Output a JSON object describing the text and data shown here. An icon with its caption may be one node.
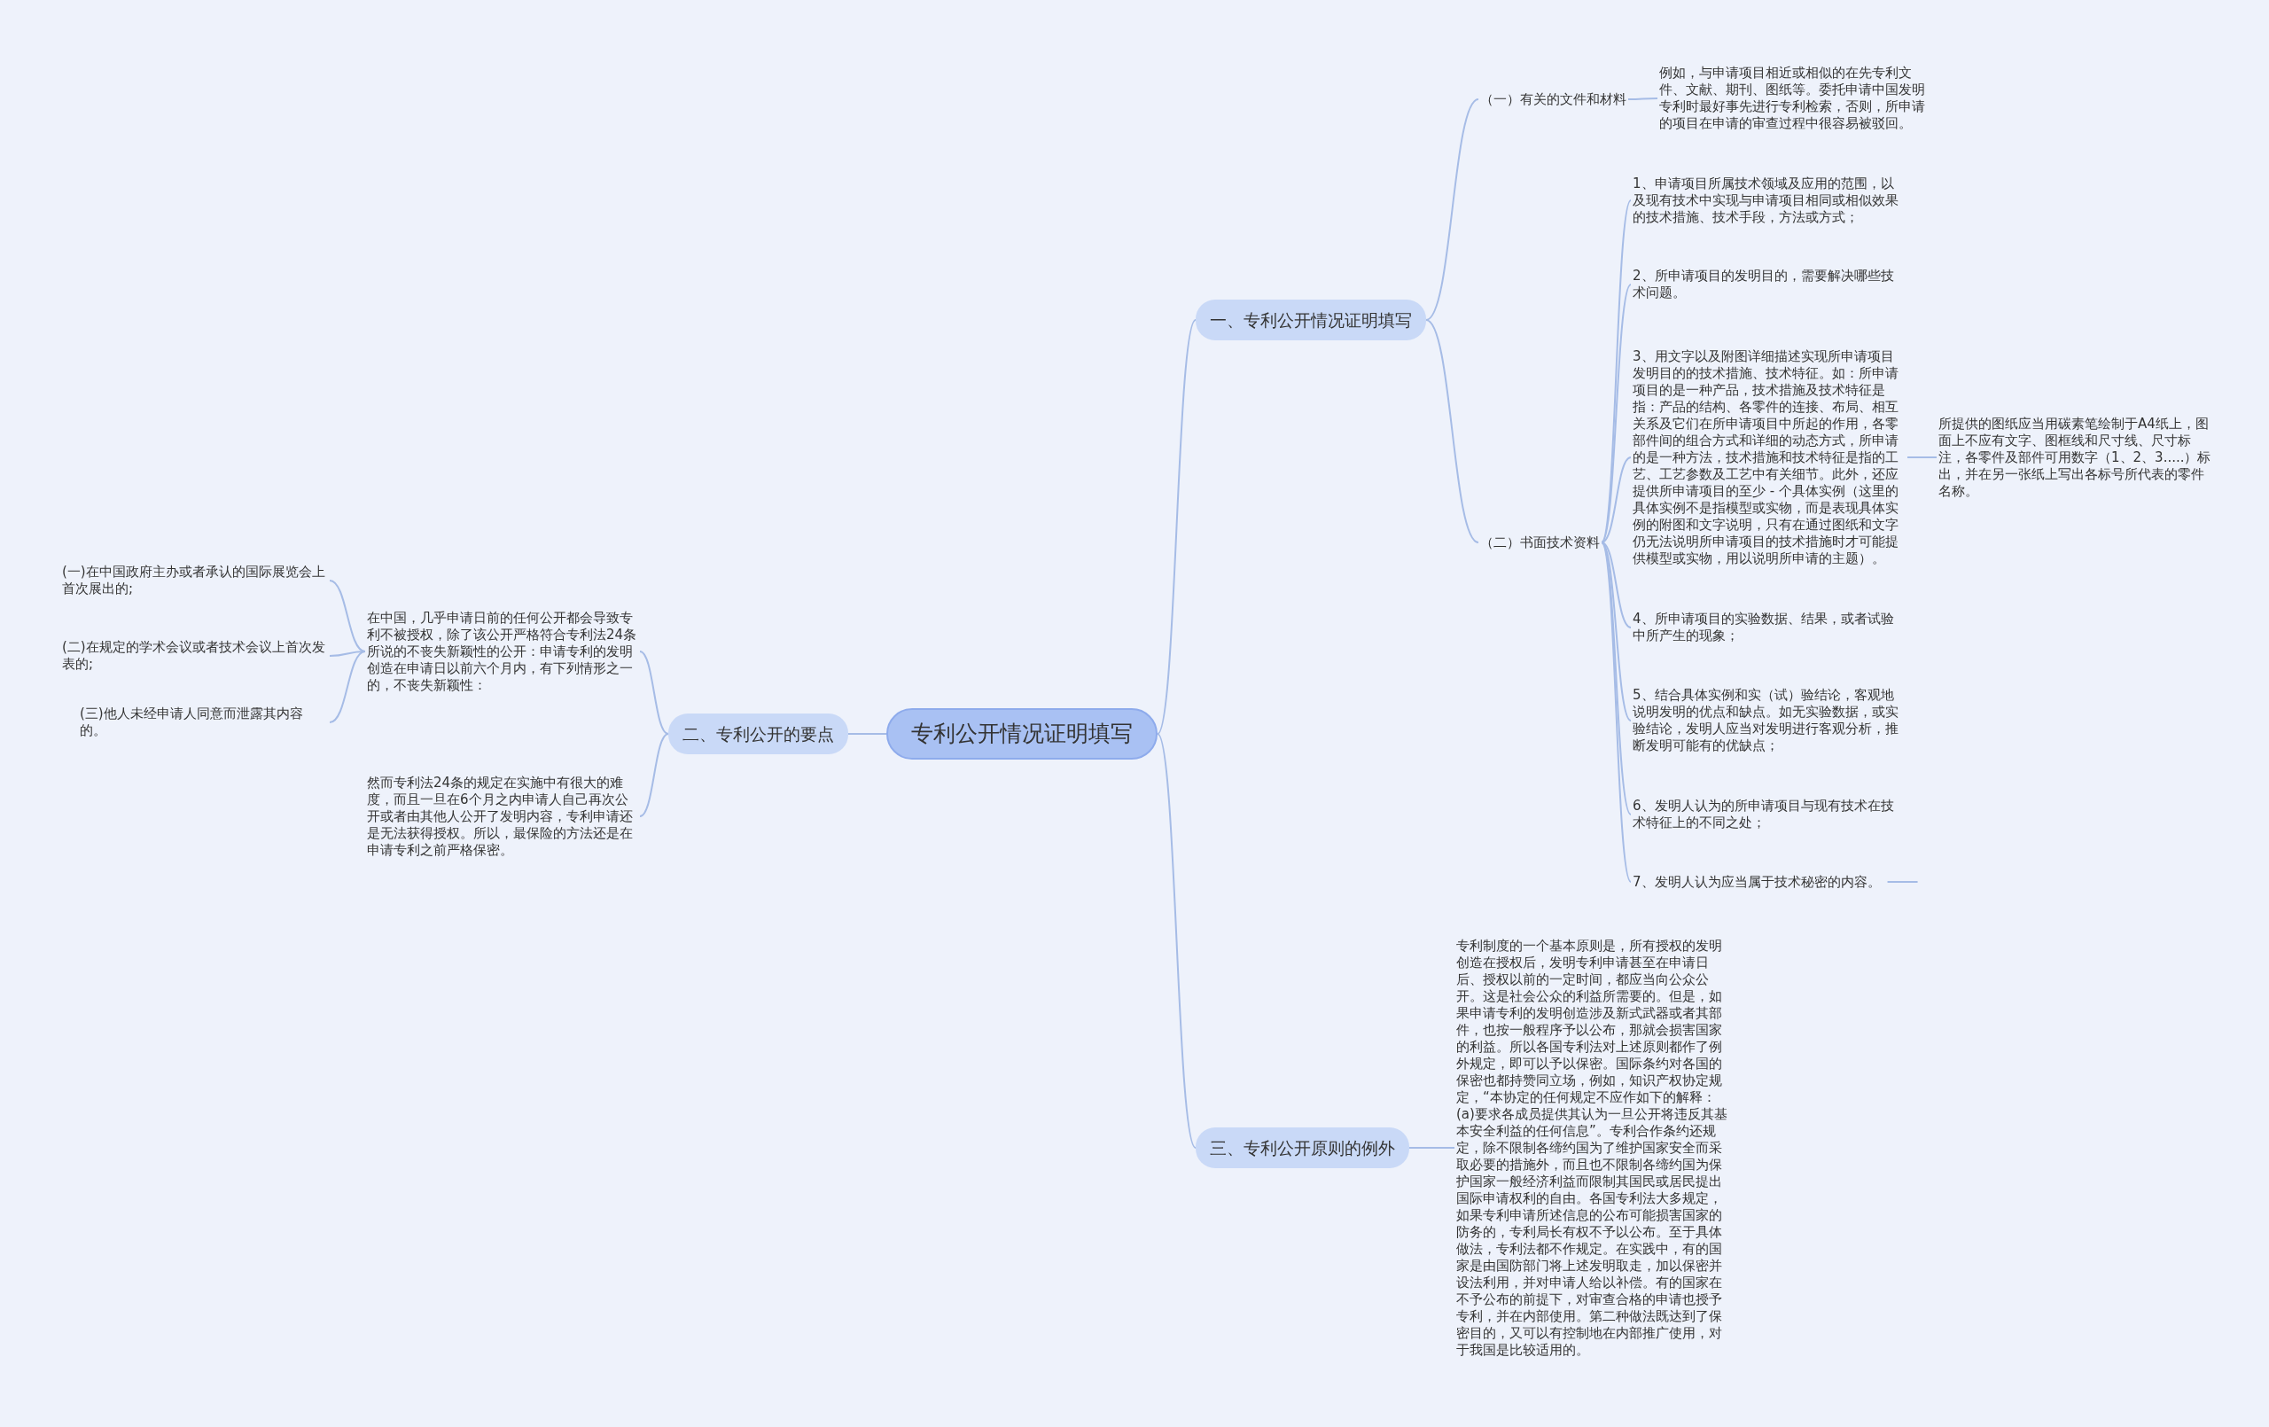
{
  "diagram": {
    "nodes": [
      {
        "text": [
          "专利公开情况证明填写"
        ]
      },
      {
        "text": [
          "一、专利公开情况证明填写"
        ]
      },
      {
        "text": [
          "（一）有关的文件和材料"
        ]
      },
      {
        "text": [
          "例如，与申请项目相近或相似的在先专利文件、文献、期刊、图纸等。委托申请中国发明专利时最好事先进行专利检索，否则，所申请的项目在申请的审查过程中很容易被驳回。"
        ]
      },
      {
        "text": [
          "（二）书面技术资料"
        ]
      },
      {
        "text": [
          "1、申请项目所属技术领域及应用的范围，以及现有技术中实现与申请项目相同或相似效果的技术措施、技术手段，方法或方式；"
        ]
      },
      {
        "text": [
          "2、所申请项目的发明目的，需要解决哪些技术问题。"
        ]
      },
      {
        "text": [
          "3、用文字以及附图详细描述实现所申请项目发明目的的技术措施、技术特征。如：所申请项目的是一种产品，技术措施及技术特征是指：产品的结构、各零件的连接、布局、相互关系及它们在所申请项目中所起的作用，各零部件间的组合方式和详细的动态方式，所申请的是一种方法，技术措施和技术特征是指的工艺、工艺参数及工艺中有关细节。此外，还应提供所申请项目的至少 - 个具体实例（这里的具体实例不是指模型或实物，而是表现具体实例的附图和文字说明，只有在通过图纸和文字仍无法说明所申请项目的技术措施时才可能提供模型或实物，用以说明所申请的主题）。"
        ]
      },
      {
        "text": [
          "所提供的图纸应当用碳素笔绘制于A4纸上，图面上不应有文字、图框线和尺寸线、尺寸标注，各零件及部件可用数字（1、2、3.....）标出，并在另一张纸上写出各标号所代表的零件名称。"
        ]
      },
      {
        "text": [
          "4、所申请项目的实验数据、结果，或者试验中所产生的现象；"
        ]
      },
      {
        "text": [
          "5、结合具体实例和实（试）验结论，客观地说明发明的优点和缺点。如无实验数据，或实验结论，发明人应当对发明进行客观分析，推断发明可能有的优缺点；"
        ]
      },
      {
        "text": [
          "6、发明人认为的所申请项目与现有技术在技术特征上的不同之处；"
        ]
      },
      {
        "text": [
          "7、发明人认为应当属于技术秘密的内容。"
        ]
      },
      {
        "text": [
          "二、专利公开的要点"
        ]
      },
      {
        "text": [
          "在中国，几乎申请日前的任何公开都会导致专利不被授权，除了该公开严格符合专利法24条所说的不丧失新颖性的公开：申请专利的发明创造在申请日以前六个月内，有下列情形之一的，不丧失新颖性："
        ]
      },
      {
        "text": [
          "然而专利法24条的规定在实施中有很大的难度，而且一旦在6个月之内申请人自己再次公开或者由其他人公开了发明内容，专利申请还是无法获得授权。所以，最保险的方法还是在申请专利之前严格保密。"
        ]
      },
      {
        "text": [
          "(一)在中国政府主办或者承认的国际展览会上首次展出的;"
        ]
      },
      {
        "text": [
          "(二)在规定的学术会议或者技术会议上首次发表的;"
        ]
      },
      {
        "text": [
          "(三)他人未经申请人同意而泄露其内容的。"
        ]
      },
      {
        "text": [
          "三、专利公开原则的例外"
        ]
      },
      {
        "text": [
          "专利制度的一个基本原则是，所有授权的发明创造在授权后，发明专利申请甚至在申请日后、授权以前的一定时间，都应当向公众公开。这是社会公众的利益所需要的。但是，如果申请专利的发明创造涉及新式武器或者其部件，也按一般程序予以公布，那就会损害国家的利益。所以各国专利法对上述原则都作了例外规定，即可以予以保密。国际条约对各国的保密也都持赞同立场，例如，知识产权协定规定，“本协定的任何规定不应作如下的解释：(a)要求各成员提供其认为一旦公开将违反其基本安全利益的任何信息”。专利合作条约还规定，除不限制各缔约国为了维护国家安全而采取必要的措施外，而且也不限制各缔约国为保护国家一般经济利益而限制其国民或居民提出国际申请权利的自由。各国专利法大多规定，如果专利申请所述信息的公布可能损害国家的防务的，专利局长有权不予以公布。至于具体做法，专利法都不作规定。在实践中，有的国家是由国防部门将上述发明取走，加以保密并设法利用，并对申请人给以补偿。有的国家在不予公布的前提下，对审查合格的申请也授予专利，并在内部使用。第二种做法既达到了保密目的，又可以有控制地在内部推广使用，对于我国是比较适用的。"
        ]
      }
    ],
    "edges": [
      {
        "from": 0,
        "to": 1,
        "arrow": "none"
      },
      {
        "from": 0,
        "to": 13,
        "arrow": "none"
      },
      {
        "from": 0,
        "to": 19,
        "arrow": "none"
      },
      {
        "from": 1,
        "to": 2,
        "arrow": "none"
      },
      {
        "from": 1,
        "to": 4,
        "arrow": "none"
      },
      {
        "from": 2,
        "to": 3,
        "arrow": "none"
      },
      {
        "from": 4,
        "to": 5,
        "arrow": "none"
      },
      {
        "from": 4,
        "to": 6,
        "arrow": "none"
      },
      {
        "from": 4,
        "to": 7,
        "arrow": "none"
      },
      {
        "from": 4,
        "to": 9,
        "arrow": "none"
      },
      {
        "from": 4,
        "to": 10,
        "arrow": "none"
      },
      {
        "from": 4,
        "to": 11,
        "arrow": "none"
      },
      {
        "from": 4,
        "to": 12,
        "arrow": "none"
      },
      {
        "from": 7,
        "to": 8,
        "arrow": "none"
      },
      {
        "from": 12,
        "to": null,
        "arrow": "none"
      },
      {
        "from": 13,
        "to": 14,
        "arrow": "none"
      },
      {
        "from": 13,
        "to": 15,
        "arrow": "none"
      },
      {
        "from": 14,
        "to": 16,
        "arrow": "none"
      },
      {
        "from": 14,
        "to": 17,
        "arrow": "none"
      },
      {
        "from": 14,
        "to": 18,
        "arrow": "none"
      },
      {
        "from": 19,
        "to": 20,
        "arrow": "none"
      }
    ]
  }
}
